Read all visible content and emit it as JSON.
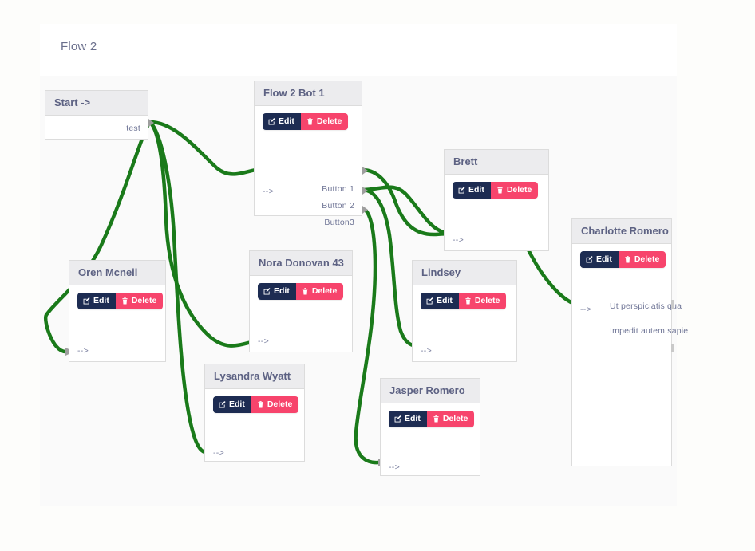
{
  "header": {
    "flow_title": "Flow 2"
  },
  "buttons": {
    "edit_label": "Edit",
    "delete_label": "Delete",
    "edit_icon": "pencil-square-icon",
    "delete_icon": "trash-icon",
    "edit_color": "#1d2c52",
    "delete_color": "#f7446c"
  },
  "canvas": {
    "background": "#fafafa",
    "edge_color": "#1a7a1a"
  },
  "nodes": {
    "start": {
      "title": "Start ->",
      "out_ports": [
        "test"
      ]
    },
    "flow2bot1": {
      "title": "Flow 2 Bot 1",
      "in_port": "-->",
      "out_ports": [
        "Button 1",
        "Button 2",
        "Button3"
      ]
    },
    "oren": {
      "title": "Oren Mcneil",
      "in_port": "-->"
    },
    "nora": {
      "title": "Nora Donovan 43",
      "in_port": "-->"
    },
    "lysandra": {
      "title": "Lysandra Wyatt",
      "in_port": "-->"
    },
    "brett": {
      "title": "Brett",
      "in_port": "-->"
    },
    "lindsey": {
      "title": "Lindsey",
      "in_port": "-->"
    },
    "jasper": {
      "title": "Jasper Romero",
      "in_port": "-->"
    },
    "charlotte": {
      "title": "Charlotte Romero",
      "in_port": "-->",
      "out_ports": [
        "Ut perspiciatis qua",
        "Impedit autem sapie"
      ]
    }
  }
}
